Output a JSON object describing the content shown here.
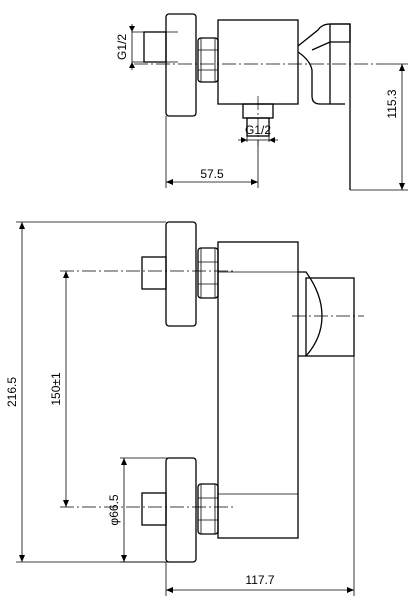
{
  "side_view": {
    "thread_inlet_label": "G1/2",
    "thread_outlet_label": "G1/2",
    "dim_offset_label": "57.5",
    "dim_height_label": "115.3"
  },
  "front_view": {
    "dim_total_height_label": "216.5",
    "dim_spacing_label": "150±1",
    "dim_diameter_label": "φ66.5",
    "dim_width_label": "117.7"
  }
}
